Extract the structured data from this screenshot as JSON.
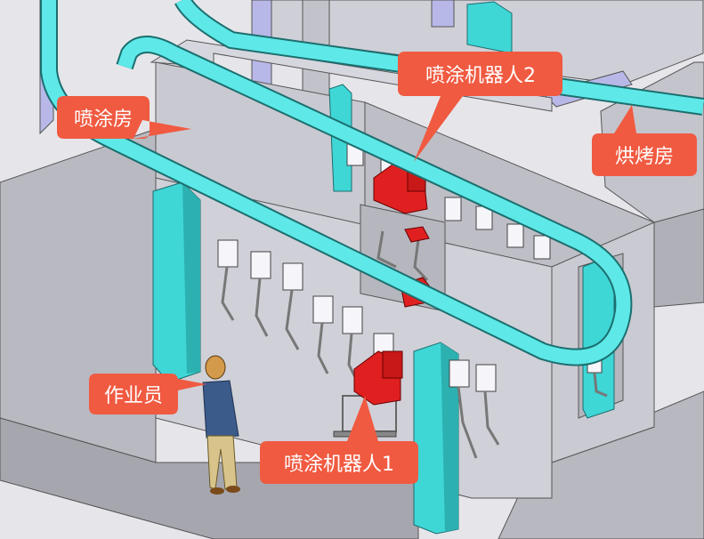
{
  "labels": {
    "spray_booth": "喷涂房",
    "spray_robot_2": "喷涂机器人2",
    "baking_room": "烘烤房",
    "operator": "作业员",
    "spray_robot_1": "喷涂机器人1"
  },
  "colors": {
    "callout_fill": "#f05a41",
    "callout_text": "#ffffff",
    "conveyor_rail": "#5ee8e8",
    "pillar": "#3fd6d6",
    "robot": "#e02020",
    "wall": "#c7c7cf",
    "floor": "#aeaeb6",
    "background": "#e6e6ea"
  }
}
